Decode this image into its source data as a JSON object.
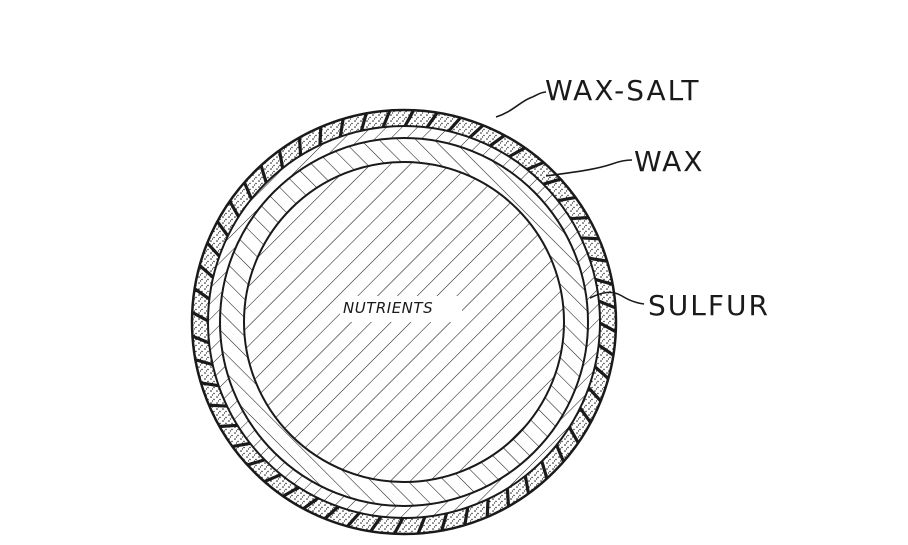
{
  "labels": {
    "wax_salt": "WAX-SALT",
    "wax": "WAX",
    "sulfur": "SULFUR",
    "nutrients": "NUTRIENTS"
  },
  "colors": {
    "ink": "#1a1a1a",
    "paper": "#ffffff"
  }
}
